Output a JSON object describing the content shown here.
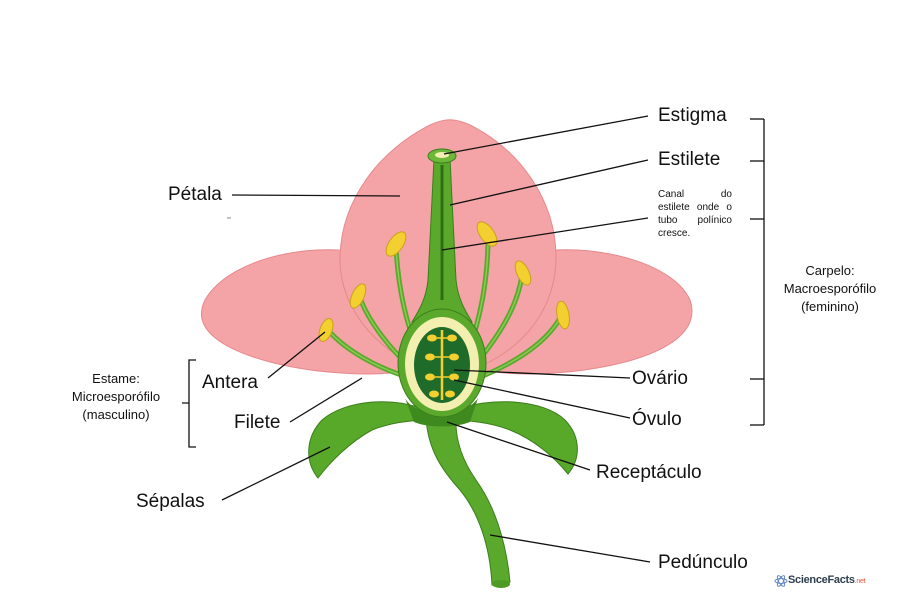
{
  "labels": {
    "estigma": "Estigma",
    "estilete": "Estilete",
    "canal": "Canal do estilete onde o tubo polínico cresce.",
    "petala": "Pétala",
    "antera": "Antera",
    "filete": "Filete",
    "sepalas": "Sépalas",
    "ovario": "Ovário",
    "ovulo": "Óvulo",
    "receptaculo": "Receptáculo",
    "pedunculo": "Pedúnculo"
  },
  "groups": {
    "estame": [
      "Estame:",
      "Microesporófilo",
      "(masculino)"
    ],
    "carpelo": [
      "Carpelo:",
      "Macroesporófilo",
      "(feminino)"
    ]
  },
  "logo": {
    "name": "ScienceFacts",
    "suffix": ".net"
  },
  "colors": {
    "petal": "#f4a3a6",
    "petal_outline": "#e58a8d",
    "green": "#4e9a26",
    "green_dark": "#2f6d14",
    "ovary_inner": "#1e6b2a",
    "anther": "#f4cf30",
    "ovary_wall": "#f2efb0"
  }
}
